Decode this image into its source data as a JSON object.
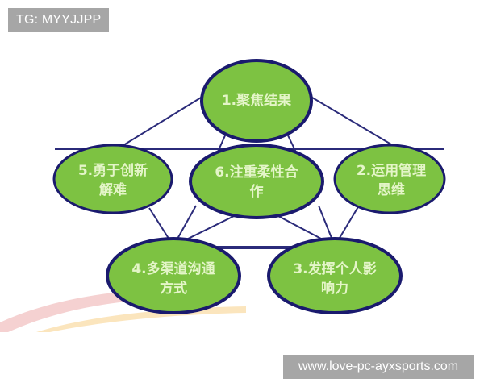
{
  "watermark": {
    "tag_label": "TG: MYYJJPP",
    "url_label": "www.love-pc-ayxsports.com"
  },
  "colors": {
    "node_fill": "#7dc242",
    "node_border": "#1a1a6e",
    "line": "#2b2b7a",
    "label_text": "#e4f5c8",
    "badge_bg": "#a6a6a6",
    "swoosh_red": "#f2c4c4",
    "swoosh_yellow": "#fbe3b8"
  },
  "diagram": {
    "nodes": [
      {
        "id": 1,
        "line1": "1.聚焦结果",
        "line2": ""
      },
      {
        "id": 2,
        "line1": "2.运用管理",
        "line2": "思维"
      },
      {
        "id": 3,
        "line1": "3.发挥个人影",
        "line2": "响力"
      },
      {
        "id": 4,
        "line1": "4.多渠道沟通",
        "line2": "方式"
      },
      {
        "id": 5,
        "line1": "5.勇于创新",
        "line2": "解难"
      },
      {
        "id": 6,
        "line1": "6.注重柔性合",
        "line2": "作"
      }
    ]
  }
}
